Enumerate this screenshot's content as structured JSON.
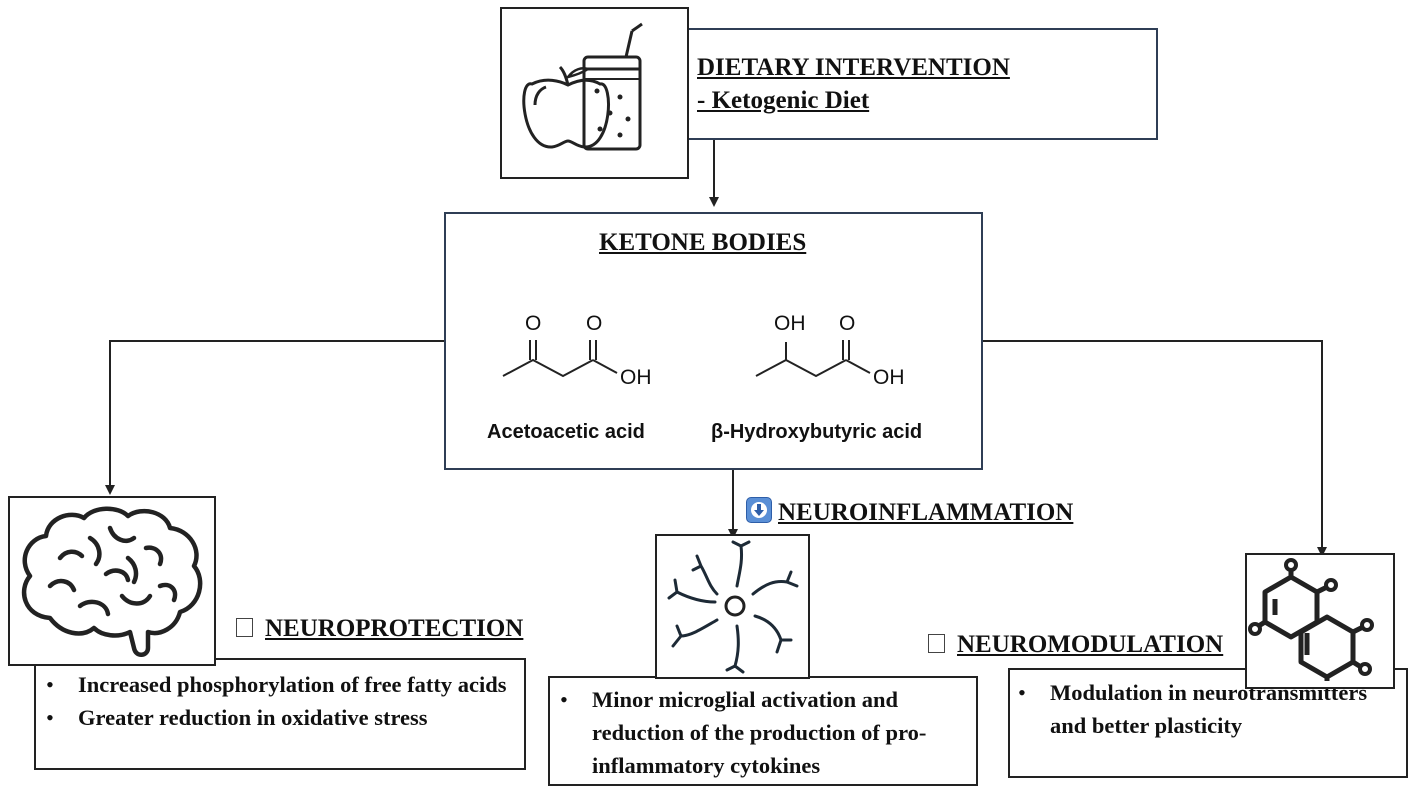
{
  "diet": {
    "title": "DIETARY INTERVENTION",
    "subtitle": "- Ketogenic Diet",
    "icon": "apple-and-drink-icon"
  },
  "ketone": {
    "title": "KETONE BODIES",
    "compound1": {
      "name": "Acetoacetic acid",
      "label_O1": "O",
      "label_O2": "O",
      "label_OH": "OH"
    },
    "compound2": {
      "name": "β-Hydroxybutyric acid",
      "label_OH_top": "OH",
      "label_O": "O",
      "label_OH": "OH"
    }
  },
  "neuroprotection": {
    "icon": "brain-icon",
    "heading": "NEUROPROTECTION",
    "bullets": [
      "Increased phosphorylation of free fatty acids",
      "Greater reduction in oxidative stress"
    ]
  },
  "neuroinflammation": {
    "icon": "microglia-icon",
    "indicator_icon": "down-arrow-icon",
    "heading": "NEUROINFLAMMATION",
    "bullets": [
      "Minor microglial activation and reduction of the production of pro-inflammatory cytokines"
    ]
  },
  "neuromodulation": {
    "icon": "molecule-icon",
    "heading": "NEUROMODULATION",
    "bullets": [
      "Modulation in neurotransmitters and better plasticity"
    ]
  },
  "colors": {
    "line": "#222222",
    "navy_border": "#2f3e55",
    "badge": "#5a8fd6"
  }
}
